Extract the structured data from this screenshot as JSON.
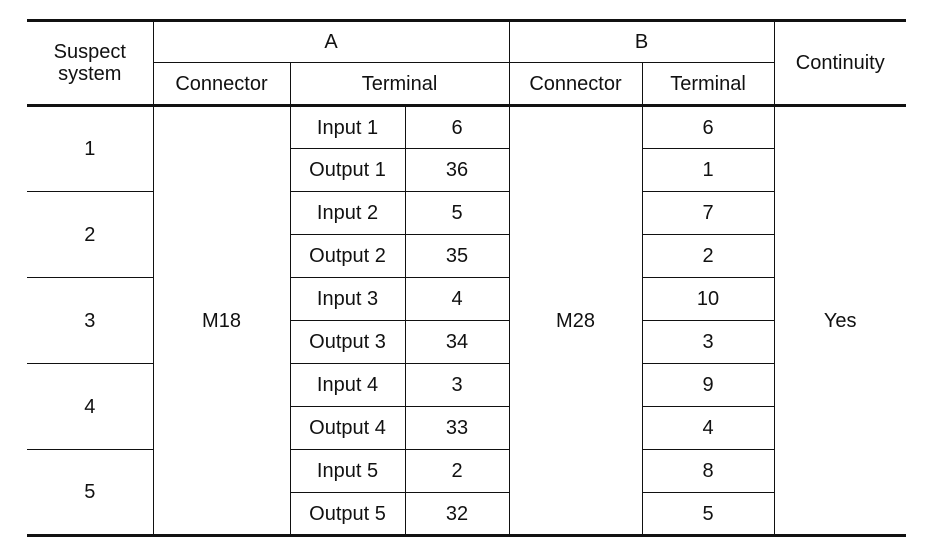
{
  "headers": {
    "suspect_system": "Suspect system",
    "group_a": "A",
    "group_b": "B",
    "continuity": "Continuity",
    "connector_a": "Connector",
    "terminal_a": "Terminal",
    "connector_b": "Connector",
    "terminal_b": "Terminal"
  },
  "a_connector": "M18",
  "b_connector": "M28",
  "continuity_value": "Yes",
  "systems": [
    {
      "label": "1",
      "rows": [
        {
          "a_label": "Input 1",
          "a_terminal": "6",
          "b_terminal": "6"
        },
        {
          "a_label": "Output 1",
          "a_terminal": "36",
          "b_terminal": "1"
        }
      ]
    },
    {
      "label": "2",
      "rows": [
        {
          "a_label": "Input 2",
          "a_terminal": "5",
          "b_terminal": "7"
        },
        {
          "a_label": "Output 2",
          "a_terminal": "35",
          "b_terminal": "2"
        }
      ]
    },
    {
      "label": "3",
      "rows": [
        {
          "a_label": "Input 3",
          "a_terminal": "4",
          "b_terminal": "10"
        },
        {
          "a_label": "Output 3",
          "a_terminal": "34",
          "b_terminal": "3"
        }
      ]
    },
    {
      "label": "4",
      "rows": [
        {
          "a_label": "Input 4",
          "a_terminal": "3",
          "b_terminal": "9"
        },
        {
          "a_label": "Output 4",
          "a_terminal": "33",
          "b_terminal": "4"
        }
      ]
    },
    {
      "label": "5",
      "rows": [
        {
          "a_label": "Input 5",
          "a_terminal": "2",
          "b_terminal": "8"
        },
        {
          "a_label": "Output 5",
          "a_terminal": "32",
          "b_terminal": "5"
        }
      ]
    }
  ]
}
